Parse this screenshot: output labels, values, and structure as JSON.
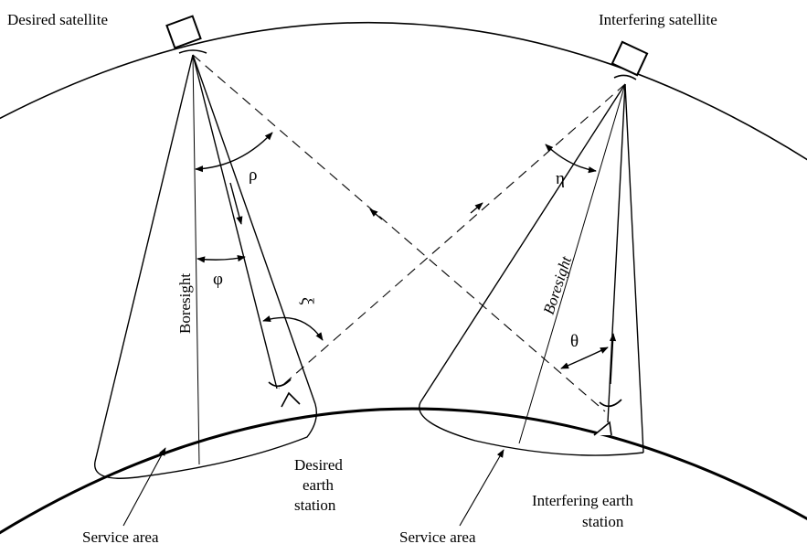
{
  "labels": {
    "desired_satellite": "Desired  satellite",
    "interfering_satellite": "Interfering  satellite",
    "boresight_left": "Boresight",
    "boresight_right": "Boresight",
    "service_area_left": "Service area",
    "service_area_right": "Service area",
    "desired_es_line1": "Desired",
    "desired_es_line2": "earth",
    "desired_es_line3": "station",
    "interfering_es_line1": "Interfering  earth",
    "interfering_es_line2": "station"
  },
  "angles": {
    "rho": "ρ",
    "phi": "φ",
    "xi": "ξ",
    "eta": "η",
    "theta": "θ"
  },
  "colors": {
    "ink": "#000000",
    "background": "#ffffff"
  }
}
